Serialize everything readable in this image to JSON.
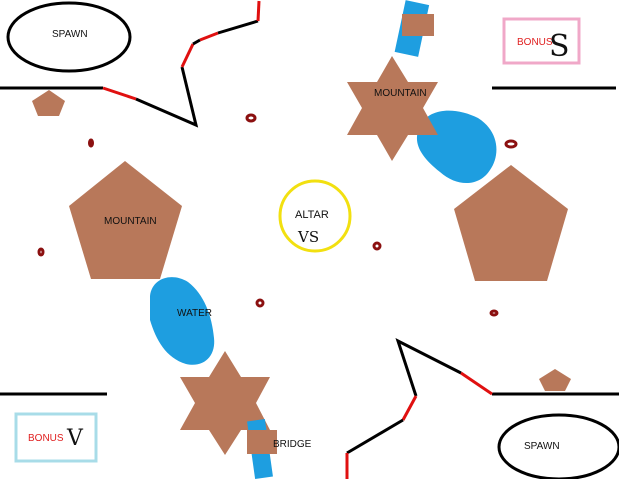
{
  "labels": {
    "spawn_top": "SPAWN",
    "spawn_bottom": "SPAWN",
    "bonus_top": "BONUS",
    "bonus_top_mark": "S",
    "bonus_bottom": "BONUS",
    "bonus_bottom_mark": "V",
    "mountain_left": "MOUNTAIN",
    "mountain_right": "MOUNTAIN",
    "water": "WATER",
    "bridge": "BRIDGE",
    "altar": "ALTAR",
    "altar_vs": "VS"
  },
  "colors": {
    "mountain": "#b8785a",
    "water": "#1e9ee0",
    "wall": "#000000",
    "wall_accent": "#e01010",
    "altar_ring": "#f2e010",
    "bonus_top_border": "#f0a8c8",
    "bonus_bottom_border": "#a8dce8",
    "bonus_text": "#e02020",
    "marker": "#8b1010"
  }
}
